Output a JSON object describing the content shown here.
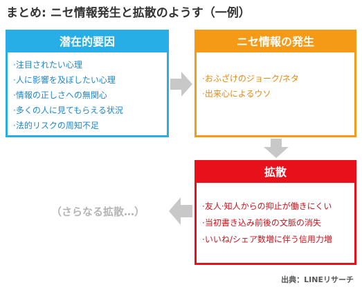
{
  "title": "まとめ: ニセ情報発生と拡散のようす（一例）",
  "colors": {
    "causes": "#27aee6",
    "occurrence": "#f49a16",
    "spread": "#e8101b",
    "arrow": "#c8c8c8",
    "further_text": "#b5b5b5"
  },
  "causes": {
    "heading": "潜在的要因",
    "items": [
      "·注目されたい心理",
      "·人に影響を及ぼしたい心理",
      "·情報の正しさへの無関心",
      "·多くの人に見てもらえる状況",
      "·法的リスクの周知不足"
    ]
  },
  "occurrence": {
    "heading": "ニセ情報の発生",
    "items": [
      "·おふざけのジョーク/ネタ",
      "·出来心によるウソ"
    ]
  },
  "spread": {
    "heading": "拡散",
    "items": [
      "·友人·知人からの抑止が働きにくい",
      "·当初書き込み前後の文脈の消失",
      "·いいね/シェア数増に伴う信用力増"
    ]
  },
  "further_spread": "（さらなる拡散…）",
  "source": "出典：LINEリサーチ"
}
